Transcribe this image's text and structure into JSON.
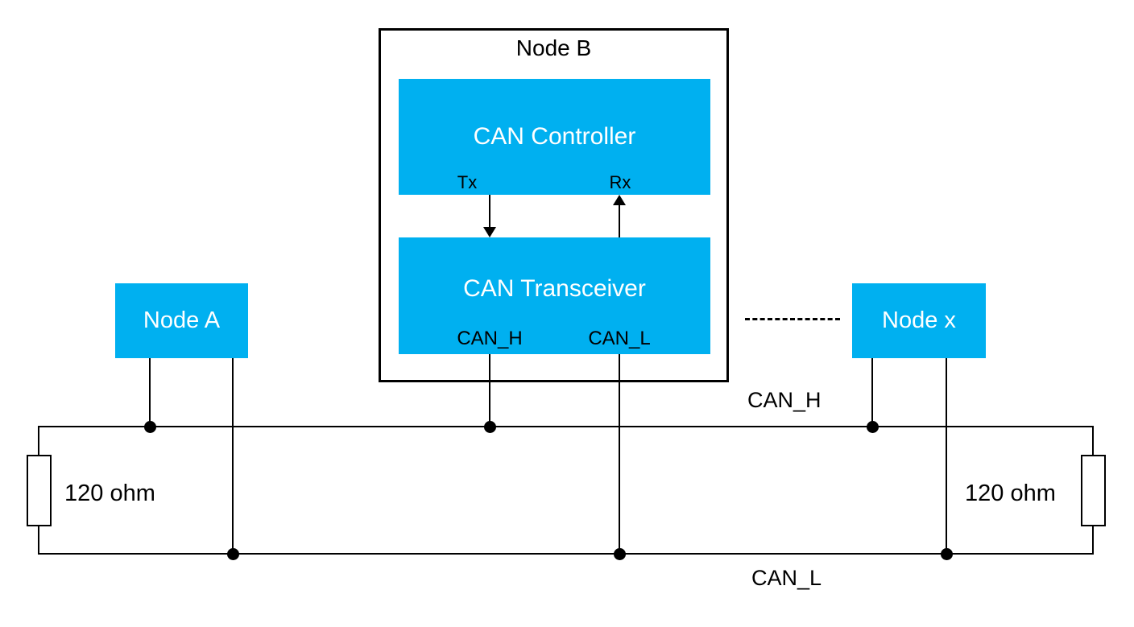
{
  "diagram": {
    "type": "CAN bus network diagram",
    "colors": {
      "node_fill": "#00B0F0",
      "node_text": "#FFFFFF",
      "line": "#000000",
      "label_text": "#000000",
      "background": "#FFFFFF"
    },
    "node_b": {
      "label": "Node B",
      "controller_label": "CAN Controller",
      "tx_label": "Tx",
      "rx_label": "Rx",
      "transceiver_label": "CAN Transceiver",
      "can_h_pin_label": "CAN_H",
      "can_l_pin_label": "CAN_L"
    },
    "node_a_label": "Node A",
    "node_x_label": "Node x",
    "bus": {
      "can_h_label": "CAN_H",
      "can_l_label": "CAN_L"
    },
    "terminators": {
      "left_label": "120 ohm",
      "right_label": "120 ohm"
    }
  }
}
